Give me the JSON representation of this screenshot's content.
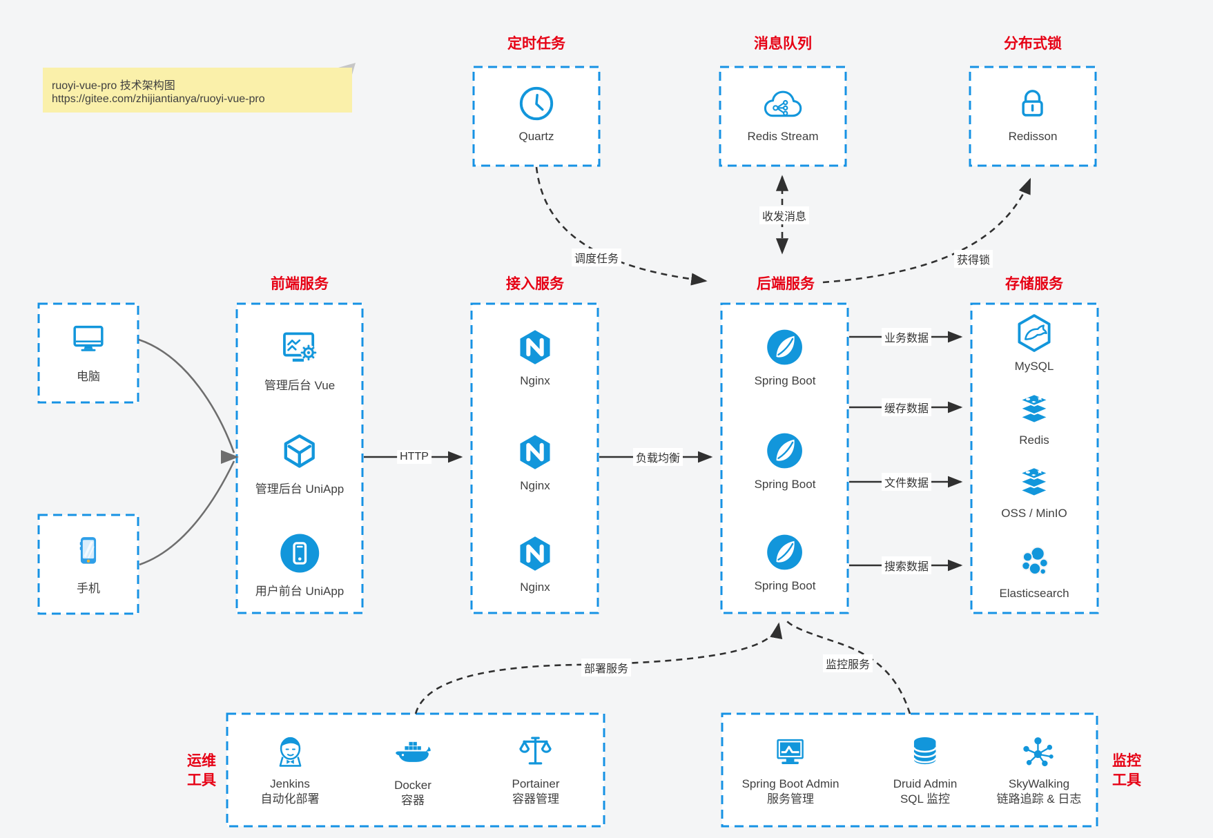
{
  "note": {
    "title": "ruoyi-vue-pro 技术架构图",
    "url": "https://gitee.com/zhijiantianya/ruoyi-vue-pro"
  },
  "colors": {
    "accent_blue": "#1296db",
    "box_border_blue": "#1692e4",
    "title_red": "#e60014",
    "note_yellow": "#faf0aa",
    "background": "#f4f5f6"
  },
  "top_sections": [
    {
      "title": "定时任务",
      "icon": "clock-icon",
      "label": "Quartz"
    },
    {
      "title": "消息队列",
      "icon": "cloud-stream-icon",
      "label": "Redis Stream"
    },
    {
      "title": "分布式锁",
      "icon": "lock-icon",
      "label": "Redisson"
    }
  ],
  "clients": [
    {
      "icon": "desktop-icon",
      "label": "电脑"
    },
    {
      "icon": "mobile-icon",
      "label": "手机"
    }
  ],
  "service_columns": [
    {
      "title": "前端服务",
      "items": [
        {
          "icon": "admin-vue-icon",
          "label": "管理后台 Vue"
        },
        {
          "icon": "admin-uniapp-icon",
          "label": "管理后台 UniApp"
        },
        {
          "icon": "user-uniapp-icon",
          "label": "用户前台 UniApp"
        }
      ]
    },
    {
      "title": "接入服务",
      "items": [
        {
          "icon": "nginx-icon",
          "label": "Nginx"
        },
        {
          "icon": "nginx-icon",
          "label": "Nginx"
        },
        {
          "icon": "nginx-icon",
          "label": "Nginx"
        }
      ]
    },
    {
      "title": "后端服务",
      "items": [
        {
          "icon": "spring-boot-icon",
          "label": "Spring Boot"
        },
        {
          "icon": "spring-boot-icon",
          "label": "Spring Boot"
        },
        {
          "icon": "spring-boot-icon",
          "label": "Spring Boot"
        }
      ]
    },
    {
      "title": "存储服务",
      "items": [
        {
          "icon": "mysql-icon",
          "label": "MySQL"
        },
        {
          "icon": "redis-stack-icon",
          "label": "Redis"
        },
        {
          "icon": "storage-stack-icon",
          "label": "OSS / MinIO"
        },
        {
          "icon": "elasticsearch-icon",
          "label": "Elasticsearch"
        }
      ]
    }
  ],
  "tool_sections": [
    {
      "title_line1": "运维",
      "title_line2": "工具",
      "items": [
        {
          "icon": "jenkins-icon",
          "name": "Jenkins",
          "desc": "自动化部署"
        },
        {
          "icon": "docker-icon",
          "name": "Docker",
          "desc": "容器"
        },
        {
          "icon": "portainer-icon",
          "name": "Portainer",
          "desc": "容器管理"
        }
      ]
    },
    {
      "title_line1": "监控",
      "title_line2": "工具",
      "items": [
        {
          "icon": "springboot-admin-icon",
          "name": "Spring Boot Admin",
          "desc": "服务管理"
        },
        {
          "icon": "druid-icon",
          "name": "Druid Admin",
          "desc": "SQL 监控"
        },
        {
          "icon": "skywalking-icon",
          "name": "SkyWalking",
          "desc": "链路追踪 & 日志"
        }
      ]
    }
  ],
  "edge_labels": {
    "schedule": "调度任务",
    "message": "收发消息",
    "lock": "获得锁",
    "http": "HTTP",
    "load_balance": "负载均衡",
    "business_data": "业务数据",
    "cache_data": "缓存数据",
    "file_data": "文件数据",
    "search_data": "搜索数据",
    "deploy": "部署服务",
    "monitor": "监控服务"
  }
}
